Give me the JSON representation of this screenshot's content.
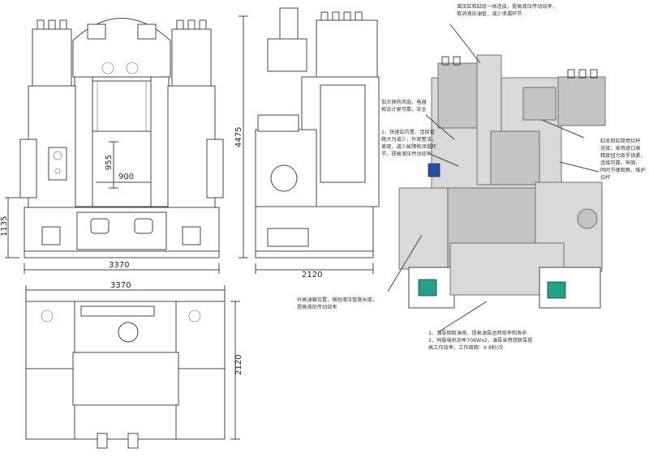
{
  "dimensions": {
    "stroke_900": "900",
    "height_955": "955",
    "front_width": "3370",
    "side_depth": "2120",
    "total_height": "4475",
    "base_height": "1135",
    "plan_width": "3370",
    "plan_depth": "2120"
  },
  "annotations": {
    "top_note": [
      "增压缸和缸底一体连接，提高液压传动效率，",
      "取消液压油管，减少泄漏环节"
    ],
    "cooling_note": [
      "加大换热风扇，电器",
      "柜设计更可靠，安全"
    ],
    "valve_note": [
      "1、快速缸内置，连接管",
      "路大为减少，外观整洁，",
      "美观，减少故障和泄漏环",
      "节，提高液压传动效率"
    ],
    "base_note": [
      "缸底和缸筒用拉杆",
      "连接，采用进口高",
      "精度扭力扳手锁紧，",
      "连接可靠，牢固，",
      "同时方便观察，维护",
      "拉杆"
    ],
    "tank_note": [
      "升高油箱位置，缩短液压管路长度，",
      "提高液压传动效率"
    ],
    "pump_note": [
      "1、油泵倒吸油液，提高油泵运转效率和寿命",
      "2、伺服电机功率70KWx2，油泵采用双联泵提",
      "高工作效率，工作周期：6.8秒/次"
    ]
  },
  "colors": {
    "motor_teal": "#1fa38a",
    "motor_blue": "#1f4fa8",
    "machine_grey": "#cfcfcf",
    "line": "#444444"
  }
}
